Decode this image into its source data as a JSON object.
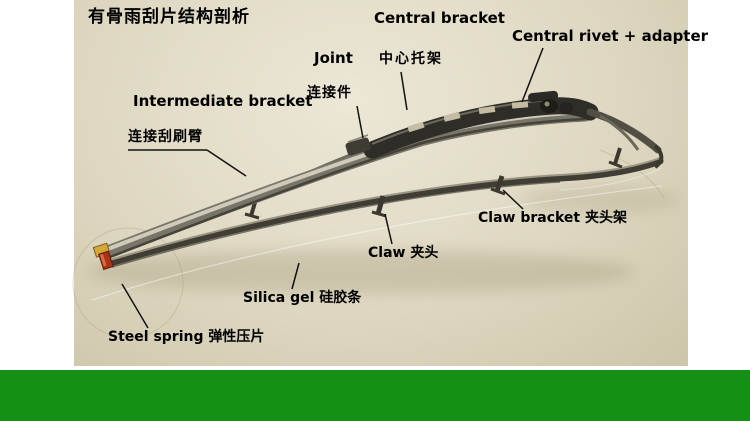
{
  "title": "有骨雨刮片结构剖析",
  "labels": {
    "central_bracket_en": "Central bracket",
    "central_bracket_zh": "中心托架",
    "central_rivet": "Central rivet + adapter",
    "joint_en": "Joint",
    "joint_zh": "连接件",
    "intermediate_en": "Intermediate bracket",
    "intermediate_zh": "连接刮刷臂",
    "claw_bracket": "Claw bracket 夹头架",
    "claw": "Claw 夹头",
    "silica_gel": "Silica gel 硅胶条",
    "steel_spring": "Steel spring 弹性压片"
  },
  "colors": {
    "page_background": "#ffffff",
    "canvas_beige": "#ded8c2",
    "green_bar": "#149014",
    "label_text": "#000000",
    "blade_metal_dark": "#2f2d27",
    "blade_metal_light": "#cfcaba",
    "rubber_strip": "#403d35",
    "steel_spring_red": "#a93317",
    "steel_spring_yellow": "#d2a838"
  },
  "diagram": {
    "subject": "cutaway illustration of a conventional framed windshield wiper blade with labeled parts"
  }
}
